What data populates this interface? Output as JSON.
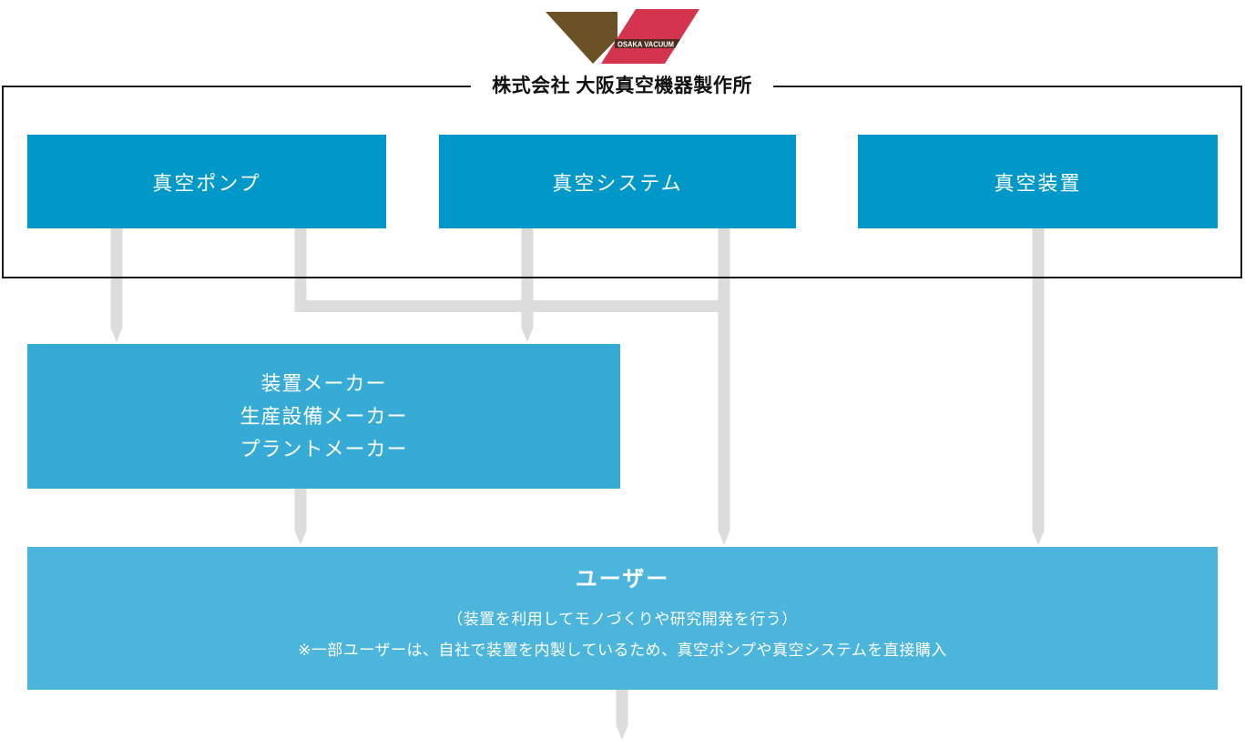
{
  "company": {
    "name": "株式会社 大阪真空機器製作所",
    "logo_wordmark": "OSAKA VACUUM"
  },
  "products": [
    {
      "label": "真空ポンプ"
    },
    {
      "label": "真空システム"
    },
    {
      "label": "真空装置"
    }
  ],
  "makers": {
    "lines": [
      "装置メーカー",
      "生産設備メーカー",
      "プラントメーカー"
    ]
  },
  "users": {
    "title": "ユーザー",
    "subtitle": "（装置を利用してモノづくりや研究開発を行う）",
    "note": "※一部ユーザーは、自社で装置を内製しているため、真空ポンプや真空システムを直接購入"
  },
  "flows": [
    {
      "from": "真空ポンプ",
      "to": "装置メーカー・生産設備メーカー・プラントメーカー"
    },
    {
      "from": "真空システム",
      "to": "装置メーカー・生産設備メーカー・プラントメーカー"
    },
    {
      "from": "真空ポンプ",
      "to": "ユーザー"
    },
    {
      "from": "真空システム",
      "to": "ユーザー"
    },
    {
      "from": "真空装置",
      "to": "ユーザー"
    },
    {
      "from": "装置メーカー・生産設備メーカー・プラントメーカー",
      "to": "ユーザー"
    },
    {
      "from": "ユーザー",
      "to": "下方向"
    }
  ],
  "colors": {
    "product_blue": "#0098C8",
    "makers_blue": "#36ABD6",
    "users_blue": "#4BB5DC",
    "connector_gray": "#DCDCDC",
    "frame_black": "#1A1A1A",
    "logo_brown": "#6B5126",
    "logo_red": "#D5344E",
    "logo_band_brown": "#4D2B1E"
  }
}
